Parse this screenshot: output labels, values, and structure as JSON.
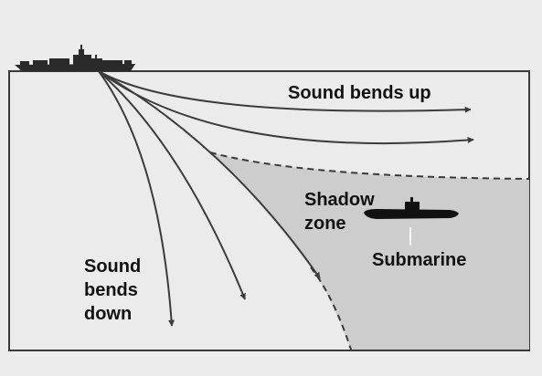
{
  "labels": {
    "sound_bends_up": "Sound bends up",
    "shadow_zone": "Shadow\nzone",
    "submarine": "Submarine",
    "sound_bends_down": "Sound\nbends\ndown"
  },
  "icons": {
    "ship": "ship-icon",
    "submarine": "submarine-icon"
  },
  "colors": {
    "background": "#ececec",
    "water": "#ebebeb",
    "shadow_zone": "#cdcdcd",
    "ray": "#3c3c3c",
    "text": "#111111"
  }
}
